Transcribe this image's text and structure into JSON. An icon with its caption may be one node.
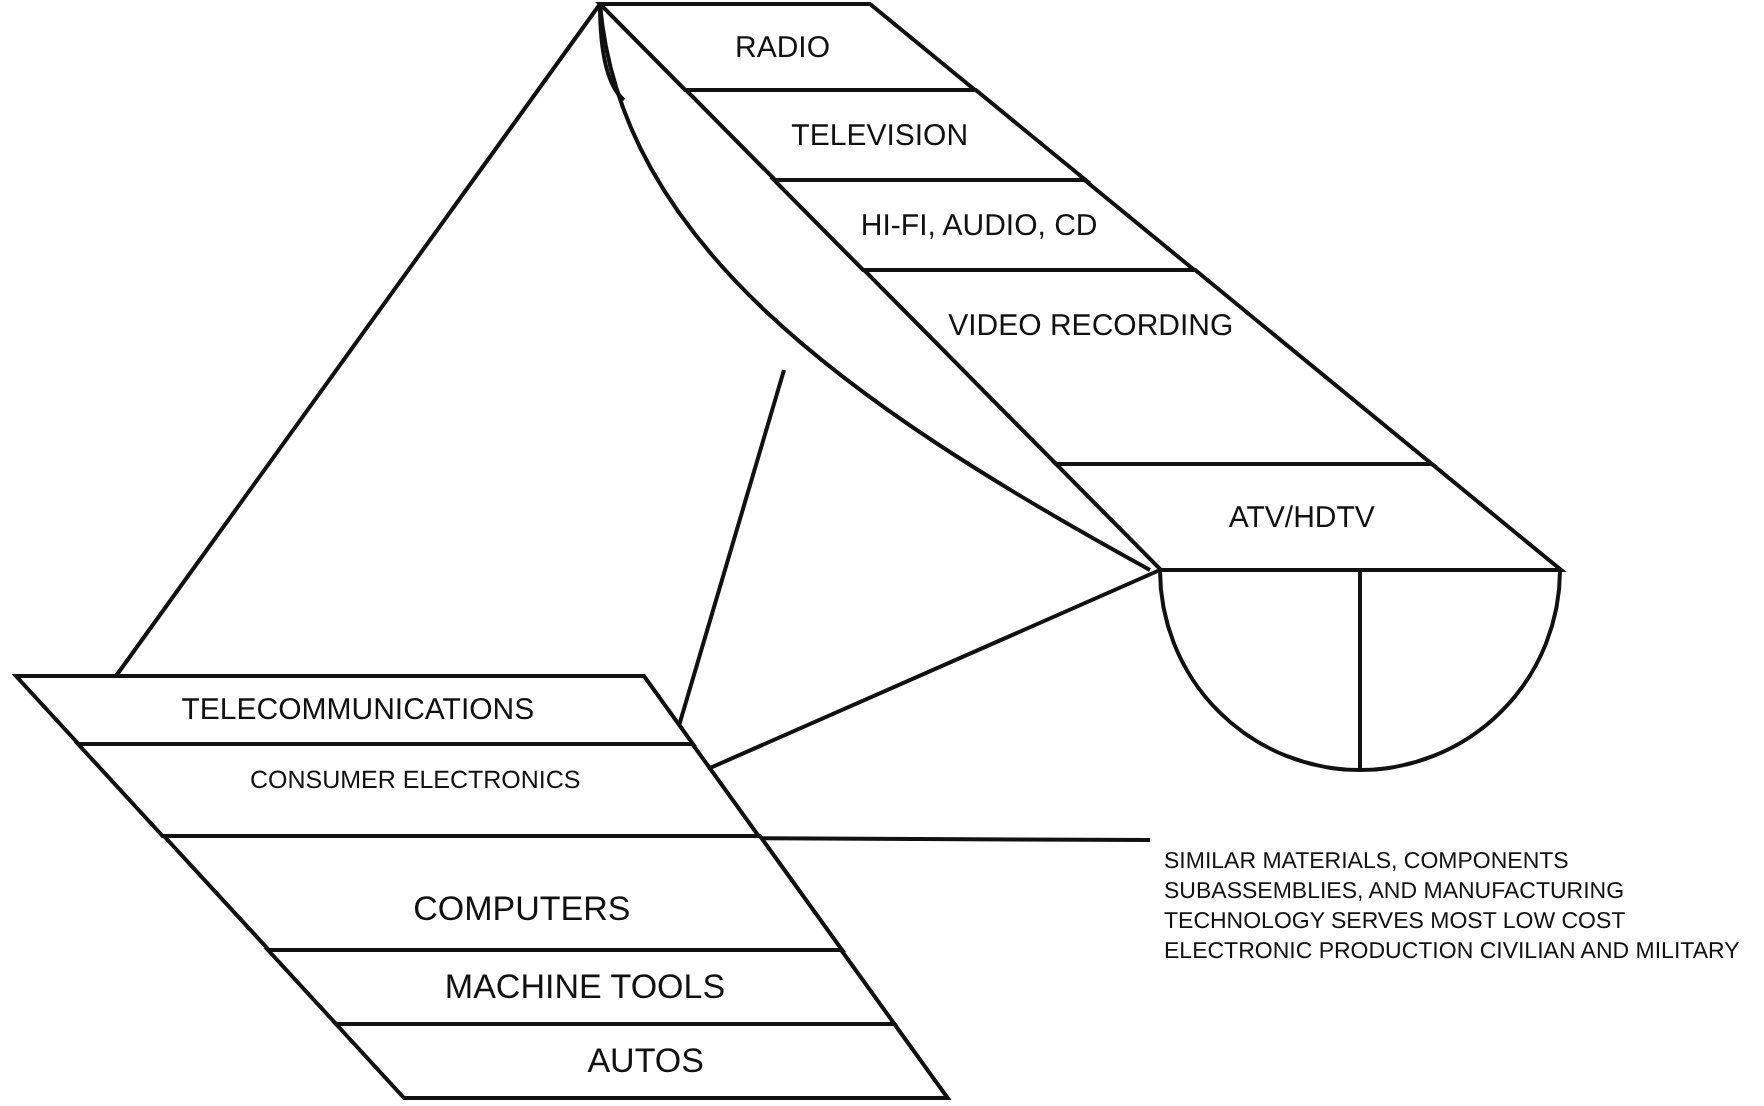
{
  "diagram": {
    "nodes": [
      {
        "text": [
          "RADIO"
        ]
      },
      {
        "text": [
          "TELEVISION"
        ]
      },
      {
        "text": [
          "HI-FI, AUDIO, CD"
        ]
      },
      {
        "text": [
          "VIDEO RECORDING"
        ]
      },
      {
        "text": [
          "ATV/HDTV"
        ]
      },
      {
        "text": [
          "TELECOMMUNICATIONS"
        ]
      },
      {
        "text": [
          "CONSUMER ELECTRONICS"
        ]
      },
      {
        "text": [
          "COMPUTERS"
        ]
      },
      {
        "text": [
          "MACHINE TOOLS"
        ]
      },
      {
        "text": [
          "AUTOS"
        ]
      }
    ],
    "labels": [
      "SIMILAR MATERIALS, COMPONENTS SUBASSEMBLIES, AND MANUFACTURING TECHNOLOGY SERVES MOST LOW COST ELECTRONIC PRODUCTION CIVILIAN AND MILITARY"
    ]
  }
}
